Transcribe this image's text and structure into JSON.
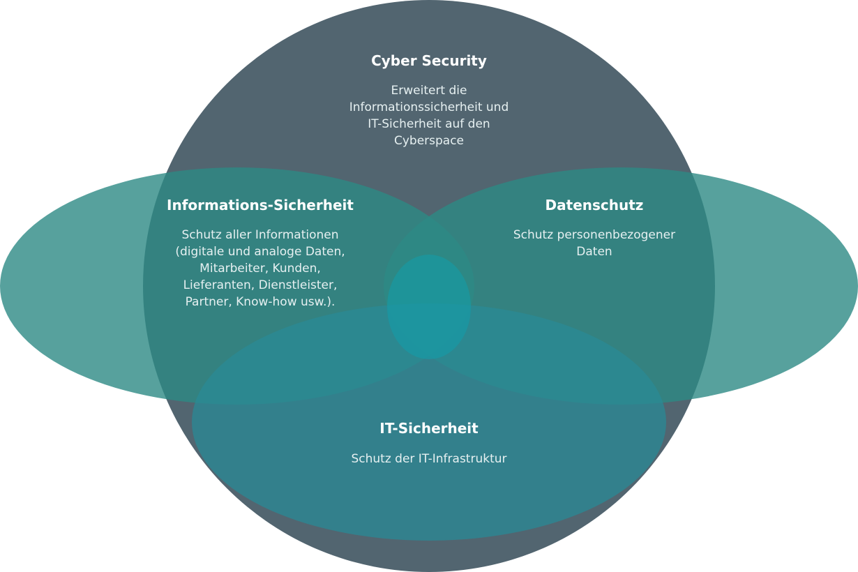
{
  "colors": {
    "cyber": "#526570",
    "side_ellipse": "#2d8a84",
    "bottom_ellipse": "#2a8a96",
    "center": "#139fab"
  },
  "cyber_security": {
    "title": "Cyber Security",
    "lines": [
      "Erweitert die",
      "Informationssicherheit und",
      "IT-Sicherheit auf den",
      "Cyberspace"
    ]
  },
  "informations_sicherheit": {
    "title": "Informations-Sicherheit",
    "lines": [
      "Schutz aller Informationen",
      "(digitale und analoge Daten,",
      "Mitarbeiter, Kunden,",
      "Lieferanten, Dienstleister,",
      "Partner, Know-how usw.)."
    ]
  },
  "datenschutz": {
    "title": "Datenschutz",
    "lines": [
      "Schutz personenbezogener",
      "Daten"
    ]
  },
  "it_sicherheit": {
    "title": "IT-Sicherheit",
    "lines": [
      "Schutz der IT-Infrastruktur"
    ]
  }
}
